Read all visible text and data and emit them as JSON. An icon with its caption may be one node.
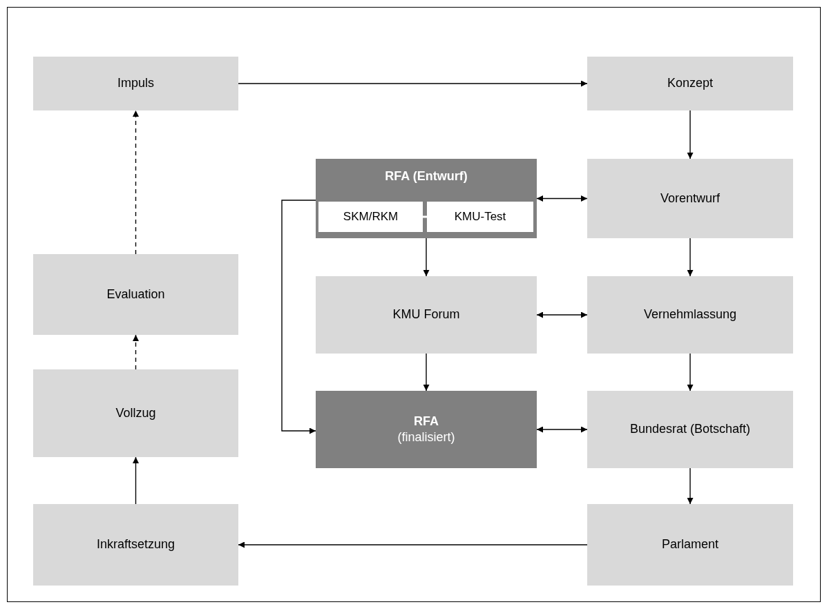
{
  "diagram": {
    "nodes": [
      {
        "text": [
          "Impuls"
        ]
      },
      {
        "text": [
          "Konzept"
        ]
      },
      {
        "text": [
          "RFA (Entwurf)"
        ]
      },
      {
        "text": [
          "SKM/RKM"
        ],
        "in": 2
      },
      {
        "text": [
          "KMU-Test"
        ],
        "in": 2
      },
      {
        "text": [
          "Vorentwurf"
        ]
      },
      {
        "text": [
          "Evaluation"
        ]
      },
      {
        "text": [
          "KMU Forum"
        ]
      },
      {
        "text": [
          "Vernehmlassung"
        ]
      },
      {
        "text": [
          "Vollzug"
        ]
      },
      {
        "text": [
          "RFA",
          "(finalisiert)"
        ]
      },
      {
        "text": [
          "Bundesrat (Botschaft)"
        ]
      },
      {
        "text": [
          "Inkraftsetzung"
        ]
      },
      {
        "text": [
          "Parlament"
        ]
      }
    ],
    "edges": [
      {
        "from": 0,
        "to": 1,
        "arrow": "to"
      },
      {
        "from": 1,
        "to": 5,
        "arrow": "to"
      },
      {
        "from": 2,
        "to": 5,
        "arrow": "both"
      },
      {
        "from": 5,
        "to": 8,
        "arrow": "to"
      },
      {
        "from": 2,
        "to": 7,
        "arrow": "to"
      },
      {
        "from": 7,
        "to": 8,
        "arrow": "both"
      },
      {
        "from": 7,
        "to": 10,
        "arrow": "to"
      },
      {
        "from": 2,
        "to": 10,
        "arrow": "to"
      },
      {
        "from": 10,
        "to": 11,
        "arrow": "both"
      },
      {
        "from": 8,
        "to": 11,
        "arrow": "to"
      },
      {
        "from": 11,
        "to": 13,
        "arrow": "to"
      },
      {
        "from": 13,
        "to": 12,
        "arrow": "to"
      },
      {
        "from": 12,
        "to": 9,
        "arrow": "to"
      },
      {
        "from": 9,
        "to": 6,
        "arrow": "to",
        "style": "dashed"
      },
      {
        "from": 6,
        "to": 0,
        "arrow": "to",
        "style": "dashed"
      },
      {
        "from": 3,
        "to": 4,
        "arrow": "none",
        "color": "#ffffff"
      }
    ]
  }
}
